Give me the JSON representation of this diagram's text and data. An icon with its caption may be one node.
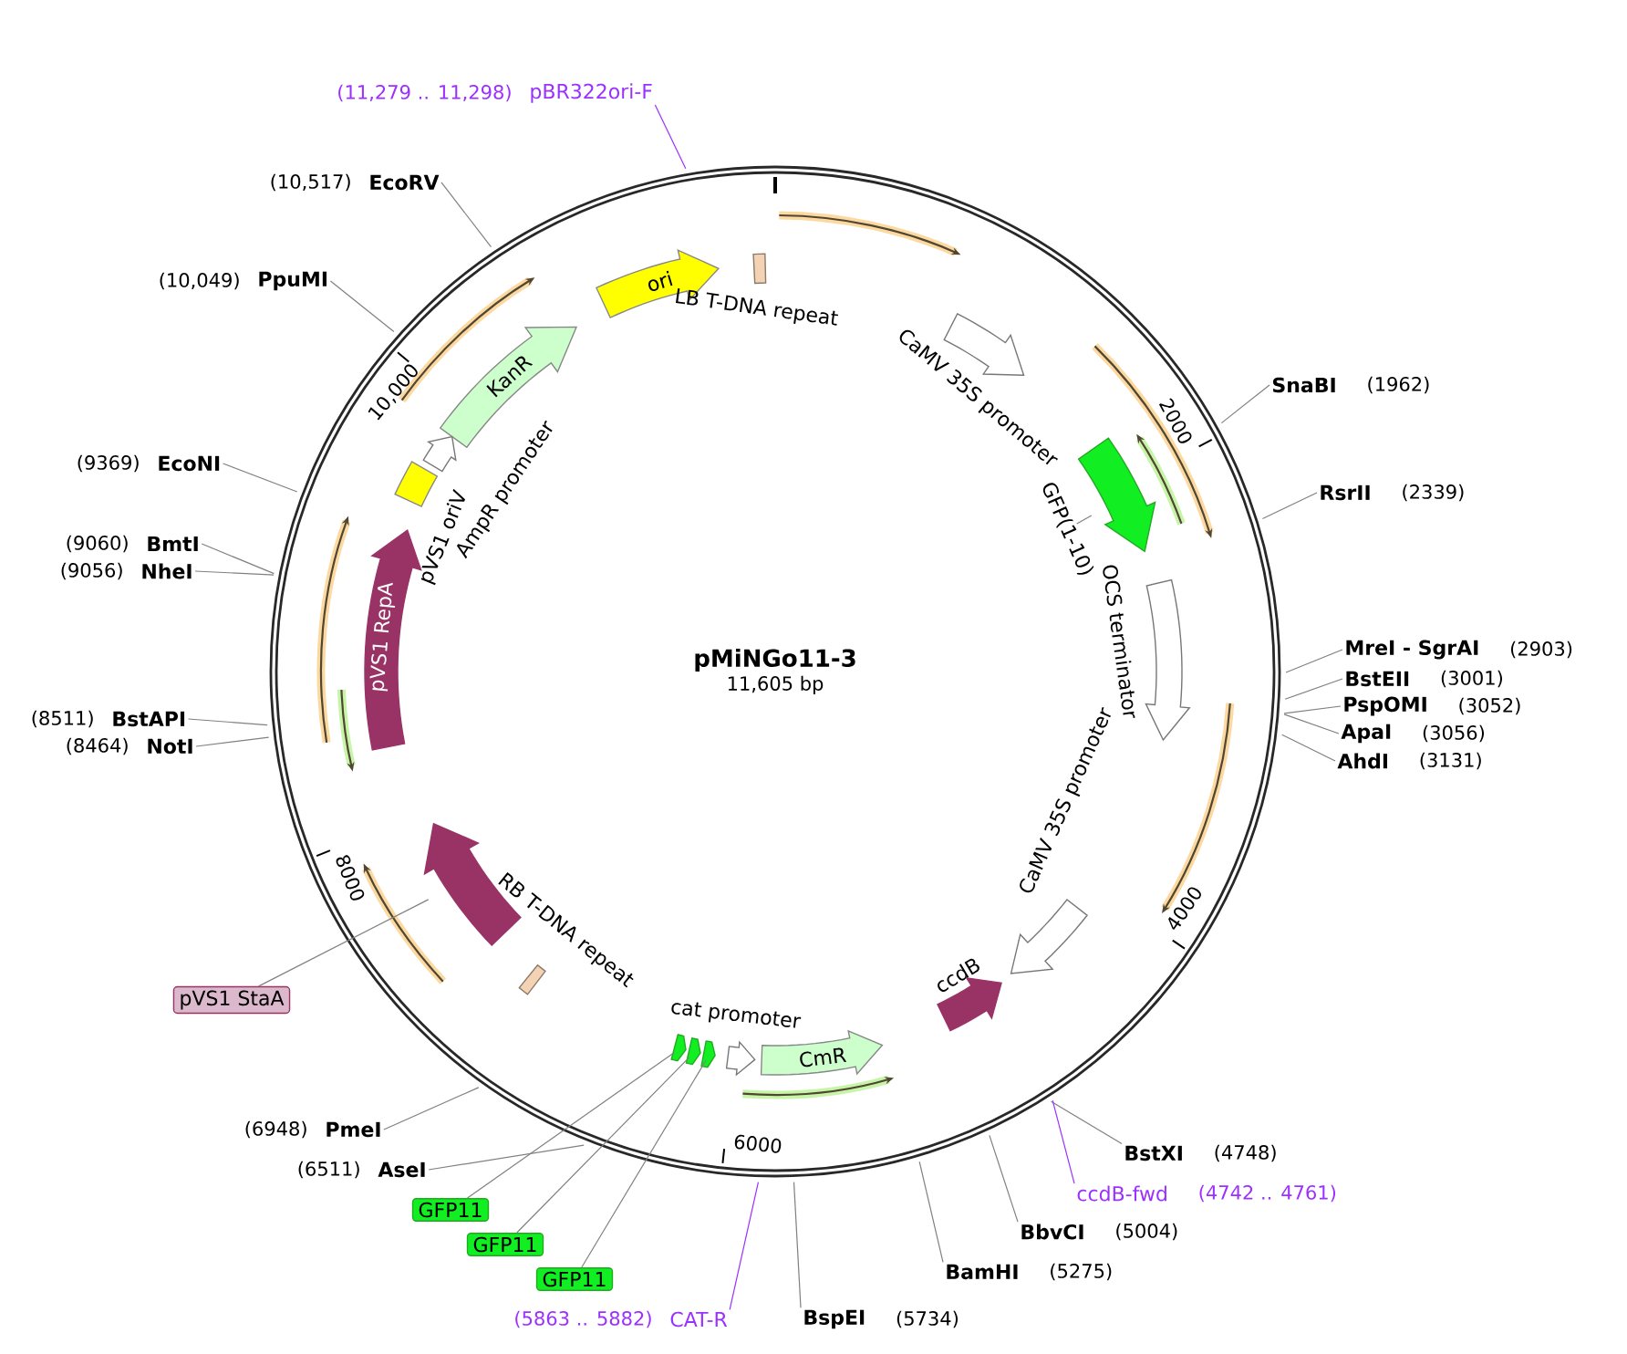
{
  "diagram": {
    "nodes": [
      {
        "text": [
          "pMiNGo11-3",
          "11,605 bp"
        ]
      },
      {
        "text": [
          "pBR322ori-F"
        ],
        "beside": [
          "(11,279 .. 11,298)"
        ]
      },
      {
        "text": [
          "EcoRV"
        ],
        "beside": [
          "(10,517)"
        ]
      },
      {
        "text": [
          "PpuMI"
        ],
        "beside": [
          "(10,049)"
        ]
      },
      {
        "text": [
          "ori"
        ],
        "in": 0
      },
      {
        "text": [
          "LB T-DNA repeat"
        ],
        "in": 0
      },
      {
        "text": [
          "CaMV 35S promoter"
        ],
        "in": 0
      },
      {
        "text": [
          "SnaBI"
        ],
        "beside": [
          "(1962)"
        ]
      },
      {
        "text": [
          "KanR"
        ],
        "in": 0
      },
      {
        "text": [
          "AmpR promoter"
        ],
        "in": 0
      },
      {
        "text": [
          "EcoNI"
        ],
        "beside": [
          "(9369)"
        ]
      },
      {
        "text": [
          "GFP(1-10)"
        ],
        "in": 0
      },
      {
        "text": [],
        "shape": "arrow",
        "in": 0
      },
      {
        "text": [
          "RsrII"
        ],
        "beside": [
          "(2339)"
        ]
      },
      {
        "text": [
          "pVS1 oriV"
        ],
        "in": 0
      },
      {
        "text": [
          "BmtI"
        ],
        "beside": [
          "(9060)"
        ]
      },
      {
        "text": [
          "NheI"
        ],
        "beside": [
          "(9056)"
        ]
      },
      {
        "text": [
          "pVS1 RepA"
        ],
        "in": 0
      },
      {
        "text": [
          "OCS terminator"
        ],
        "in": 0
      },
      {
        "text": [
          "MreI - SgrAI"
        ],
        "beside": [
          "(2903)"
        ]
      },
      {
        "text": [
          "BstEII"
        ],
        "beside": [
          "(3001)"
        ]
      },
      {
        "text": [
          "PspOMI"
        ],
        "beside": [
          "(3052)"
        ]
      },
      {
        "text": [
          "ApaI"
        ],
        "beside": [
          "(3056)"
        ]
      },
      {
        "text": [
          "AhdI"
        ],
        "beside": [
          "(3131)"
        ]
      },
      {
        "text": [
          "BstAPI"
        ],
        "beside": [
          "(8511)"
        ]
      },
      {
        "text": [
          "NotI"
        ],
        "beside": [
          "(8464)"
        ]
      },
      {
        "text": [
          "CaMV 35S promoter"
        ],
        "in": 0
      },
      {
        "text": [],
        "shape": "arrow",
        "in": 0
      },
      {
        "text": [
          "ccdB"
        ],
        "in": 0
      },
      {
        "text": [
          "RB T-DNA repeat"
        ],
        "in": 0
      },
      {
        "text": [
          "pVS1 StaA"
        ]
      },
      {
        "text": [
          "cat promoter"
        ],
        "in": 0
      },
      {
        "text": [],
        "shape": "arrow",
        "in": 0
      },
      {
        "text": [],
        "shape": "arrow",
        "in": 0
      },
      {
        "text": [],
        "shape": "arrow",
        "in": 0
      },
      {
        "text": [
          "CmR"
        ],
        "in": 0
      },
      {
        "text": [
          "PmeI"
        ],
        "beside": [
          "(6948)"
        ]
      },
      {
        "text": [
          "BstXI"
        ],
        "beside": [
          "(4748)"
        ]
      },
      {
        "text": [
          "AseI"
        ],
        "beside": [
          "(6511)"
        ]
      },
      {
        "text": [
          "ccdB-fwd"
        ],
        "beside": [
          "(4742 .. 4761)"
        ]
      },
      {
        "text": [
          "GFP11"
        ]
      },
      {
        "text": [
          "BbvCI"
        ],
        "beside": [
          "(5004)"
        ]
      },
      {
        "text": [
          "GFP11"
        ]
      },
      {
        "text": [
          "BamHI"
        ],
        "beside": [
          "(5275)"
        ]
      },
      {
        "text": [
          "GFP11"
        ]
      },
      {
        "text": [
          "CAT-R"
        ],
        "beside": [
          "(5863 .. 5882)"
        ]
      },
      {
        "text": [
          "BspEI"
        ],
        "beside": [
          "(5734)"
        ]
      }
    ],
    "edges": [
      {
        "from": 1,
        "to": 0,
        "arrow": "none",
        "color": "#9b30ff"
      },
      {
        "from": 2,
        "to": 0,
        "arrow": "none"
      },
      {
        "from": 3,
        "to": 0,
        "arrow": "none"
      },
      {
        "from": 7,
        "to": 0,
        "arrow": "none"
      },
      {
        "from": 10,
        "to": 0,
        "arrow": "none"
      },
      {
        "from": 11,
        "to": 12,
        "arrow": "none"
      },
      {
        "from": 13,
        "to": 0,
        "arrow": "none"
      },
      {
        "from": 15,
        "to": 0,
        "arrow": "none"
      },
      {
        "from": 16,
        "to": 0,
        "arrow": "none"
      },
      {
        "from": 19,
        "to": 0,
        "arrow": "none"
      },
      {
        "from": 20,
        "to": 0,
        "arrow": "none"
      },
      {
        "from": 21,
        "to": 0,
        "arrow": "none"
      },
      {
        "from": 22,
        "to": 0,
        "arrow": "none"
      },
      {
        "from": 23,
        "to": 0,
        "arrow": "none"
      },
      {
        "from": 24,
        "to": 0,
        "arrow": "none"
      },
      {
        "from": 25,
        "to": 0,
        "arrow": "none"
      },
      {
        "from": 30,
        "to": 27,
        "arrow": "none"
      },
      {
        "from": 36,
        "to": 0,
        "arrow": "none"
      },
      {
        "from": 37,
        "to": 0,
        "arrow": "none"
      },
      {
        "from": 38,
        "to": 0,
        "arrow": "none"
      },
      {
        "from": 39,
        "to": 0,
        "arrow": "none",
        "color": "#9b30ff"
      },
      {
        "from": 40,
        "to": 32,
        "arrow": "none"
      },
      {
        "from": 41,
        "to": 0,
        "arrow": "none"
      },
      {
        "from": 42,
        "to": 33,
        "arrow": "none"
      },
      {
        "from": 43,
        "to": 0,
        "arrow": "none"
      },
      {
        "from": 44,
        "to": 34,
        "arrow": "none"
      },
      {
        "from": 45,
        "to": 0,
        "arrow": "none",
        "color": "#9b30ff"
      },
      {
        "from": 46,
        "to": 0,
        "arrow": "none"
      }
    ],
    "labels": [
      "2000",
      "4000",
      "6000",
      "8000",
      "10,000"
    ]
  }
}
